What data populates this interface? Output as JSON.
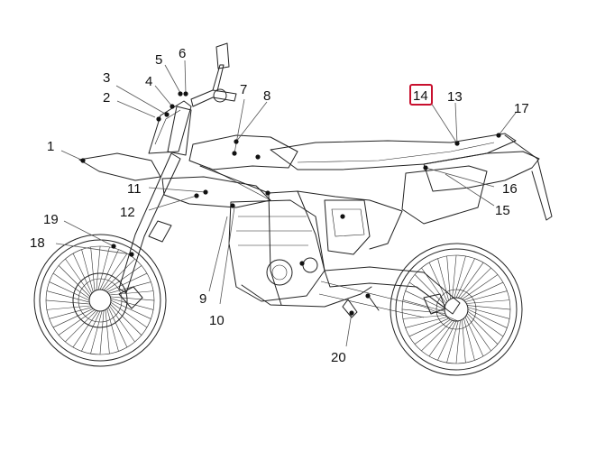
{
  "callouts": [
    {
      "id": "1",
      "label": "1"
    },
    {
      "id": "2",
      "label": "2"
    },
    {
      "id": "3",
      "label": "3"
    },
    {
      "id": "4",
      "label": "4"
    },
    {
      "id": "5",
      "label": "5"
    },
    {
      "id": "6",
      "label": "6"
    },
    {
      "id": "7",
      "label": "7"
    },
    {
      "id": "8",
      "label": "8"
    },
    {
      "id": "9",
      "label": "9"
    },
    {
      "id": "10",
      "label": "10"
    },
    {
      "id": "11",
      "label": "11"
    },
    {
      "id": "12",
      "label": "12"
    },
    {
      "id": "13",
      "label": "13"
    },
    {
      "id": "14",
      "label": "14"
    },
    {
      "id": "15",
      "label": "15"
    },
    {
      "id": "16",
      "label": "16"
    },
    {
      "id": "17",
      "label": "17"
    },
    {
      "id": "18",
      "label": "18"
    },
    {
      "id": "19",
      "label": "19"
    },
    {
      "id": "20",
      "label": "20"
    }
  ],
  "selected_callout": "14",
  "colors": {
    "highlight": "#c8102e",
    "line": "#222222"
  }
}
